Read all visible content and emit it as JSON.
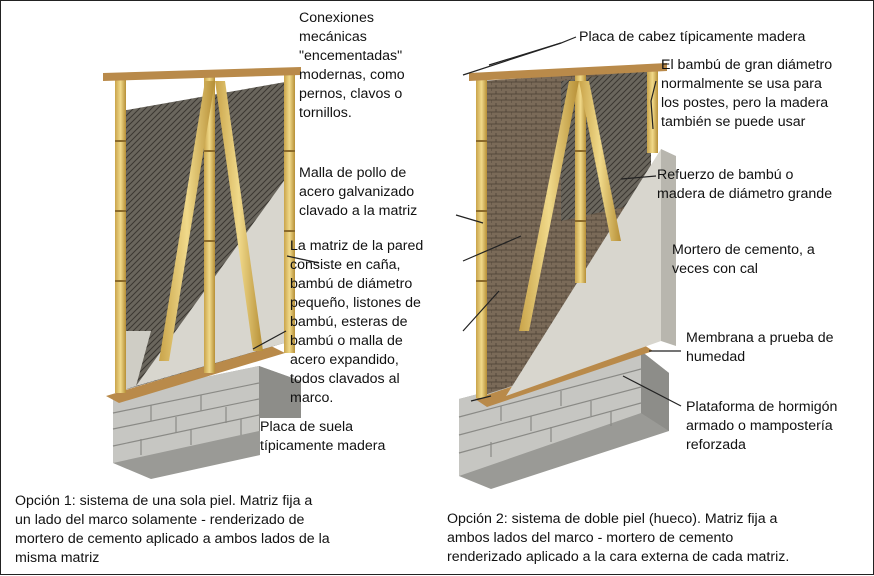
{
  "labels": {
    "conexiones": "Conexiones\nmecánicas\n\"encementadas\"\nmodernas, como\npernos, clavos o\ntornillos.",
    "malla_pollo": "Malla de pollo de\nacero galvanizado\nclavado a la matriz",
    "matriz_pared": "La matriz de la pared\nconsiste en caña,\nbambú de diámetro\npequeño, listones de\nbambú, esteras de\nbambú o malla de\nacero expandido,\ntodos clavados al\nmarco.",
    "placa_suela": "Placa de suela\ntípicamente madera",
    "placa_cabeza": "Placa de cabez típicamente madera",
    "bambu_gran_diametro": "El bambú de gran diámetro\nnormalmente se usa para\nlos postes, pero la madera\ntambién se puede usar",
    "refuerzo": "Refuerzo de bambú o\nmadera de diámetro grande",
    "mortero": "Mortero de cemento, a\nveces con cal",
    "membrana": "Membrana a prueba de\nhumedad",
    "plataforma": "Plataforma de hormigón\narmado o mampostería\nreforzada"
  },
  "captions": {
    "opcion1": "Opción 1: sistema de una sola piel. Matriz fija a\nun lado del marco solamente - renderizado de\nmortero de cemento aplicado a ambos lados de la\nmisma matriz",
    "opcion2": "Opción 2: sistema de doble piel (hueco). Matriz fija a\nambos lados del marco - mortero de cemento\nrenderizado aplicado a la cara externa de cada matriz."
  },
  "colors": {
    "bamboo": "#e2c46a",
    "bamboo_dark": "#b8943c",
    "plaster": "#d9d7cf",
    "mesh": "#5d5a53",
    "concrete": "#bdbdb9",
    "leader": "#222222"
  }
}
